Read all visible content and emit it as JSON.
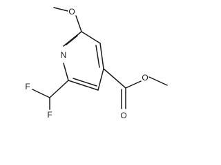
{
  "molecule": {
    "atoms": {
      "ring_nitrogen": "N",
      "methoxy_oxygen": "O",
      "fluorine_top": "F",
      "fluorine_bottom": "F",
      "carbonyl_oxygen": "O",
      "ester_oxygen": "O"
    }
  }
}
